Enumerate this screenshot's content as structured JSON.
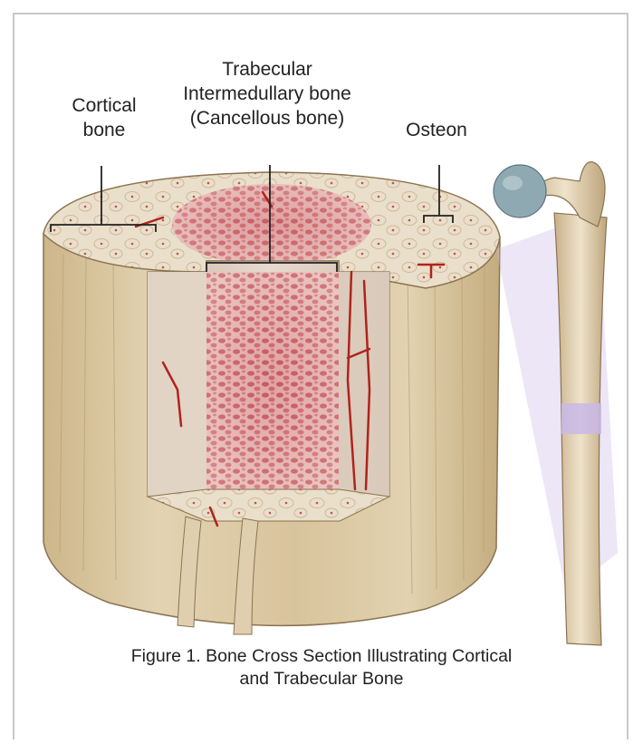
{
  "labels": {
    "cortical": "Cortical\nbone",
    "trabecular": "Trabecular\nIntermedullary bone\n(Cancellous bone)",
    "osteon": "Osteon"
  },
  "caption": "Figure 1. Bone Cross Section Illustrating Cortical\nand Trabecular Bone",
  "colors": {
    "bone_shaft": "#dcc9a0",
    "bone_top": "#ece1cb",
    "trabecular": "#d98a8c",
    "vessel": "#b0231e",
    "femur_head": "#8fa9b2",
    "highlight": "#c9b8e8"
  }
}
